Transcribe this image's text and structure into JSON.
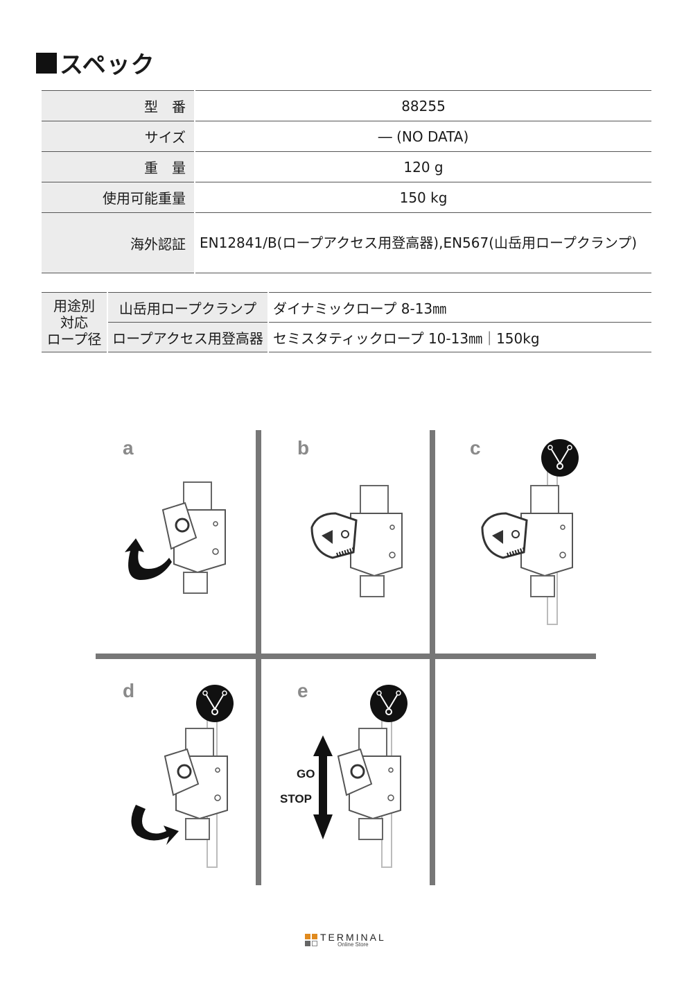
{
  "title": "スペック",
  "spec": [
    {
      "key": "型　番",
      "value": "88255"
    },
    {
      "key": "サイズ",
      "value": "― (NO DATA)"
    },
    {
      "key": "重　量",
      "value": "120 g"
    },
    {
      "key": "使用可能重量",
      "value": "150 kg"
    },
    {
      "key": "海外認証",
      "value": "EN12841/B(ロープアクセス用登高器),EN567(山岳用ロープクランプ)"
    }
  ],
  "rope": {
    "heading": [
      "用途別",
      "対応",
      "ロープ径"
    ],
    "rows": [
      {
        "use": "山岳用ロープクランプ",
        "value": "ダイナミックロープ 8-13㎜"
      },
      {
        "use": "ロープアクセス用登高器",
        "value": "セミスタティックロープ 10-13㎜｜150kg"
      }
    ]
  },
  "diagram": {
    "panels": [
      "a",
      "b",
      "c",
      "d",
      "e"
    ],
    "go_label": "GO",
    "stop_label": "STOP"
  },
  "footer": {
    "brand": "TERMINAL",
    "sub": "Online Store"
  },
  "colors": {
    "header_bg": "#ececec",
    "divider": "#777777",
    "letter": "#8a8a8a"
  }
}
